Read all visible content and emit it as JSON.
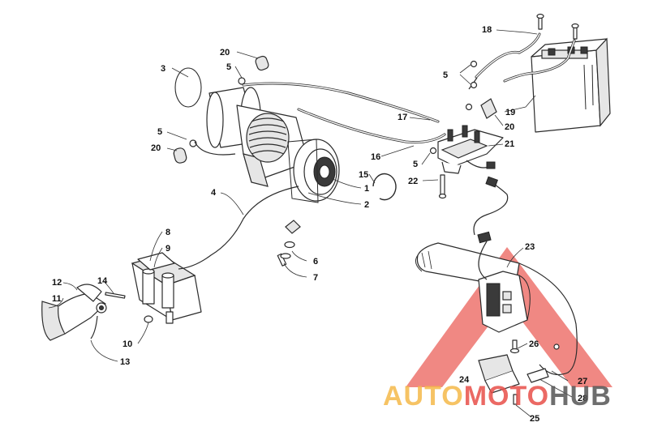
{
  "diagram": {
    "callouts": [
      {
        "id": "c1",
        "label": "1"
      },
      {
        "id": "c2",
        "label": "2"
      },
      {
        "id": "c3",
        "label": "3"
      },
      {
        "id": "c4",
        "label": "4"
      },
      {
        "id": "c5a",
        "label": "5"
      },
      {
        "id": "c5b",
        "label": "5"
      },
      {
        "id": "c5c",
        "label": "5"
      },
      {
        "id": "c5d",
        "label": "5"
      },
      {
        "id": "c6",
        "label": "6"
      },
      {
        "id": "c7",
        "label": "7"
      },
      {
        "id": "c8",
        "label": "8"
      },
      {
        "id": "c9",
        "label": "9"
      },
      {
        "id": "c10",
        "label": "10"
      },
      {
        "id": "c11",
        "label": "11"
      },
      {
        "id": "c12",
        "label": "12"
      },
      {
        "id": "c13",
        "label": "13"
      },
      {
        "id": "c14",
        "label": "14"
      },
      {
        "id": "c15",
        "label": "15"
      },
      {
        "id": "c16",
        "label": "16"
      },
      {
        "id": "c17",
        "label": "17"
      },
      {
        "id": "c18",
        "label": "18"
      },
      {
        "id": "c19",
        "label": "19"
      },
      {
        "id": "c20a",
        "label": "20"
      },
      {
        "id": "c20b",
        "label": "20"
      },
      {
        "id": "c20c",
        "label": "20"
      },
      {
        "id": "c21",
        "label": "21"
      },
      {
        "id": "c22",
        "label": "22"
      },
      {
        "id": "c23",
        "label": "23"
      },
      {
        "id": "c24",
        "label": "24"
      },
      {
        "id": "c25",
        "label": "25"
      },
      {
        "id": "c26",
        "label": "26"
      },
      {
        "id": "c27",
        "label": "27"
      },
      {
        "id": "c28",
        "label": "28"
      }
    ]
  },
  "watermark": {
    "part1": "AUTO",
    "part2": "MOTO",
    "part3": "HUB",
    "colors": {
      "orange": "#f5b94a",
      "red": "#e8504a",
      "dark": "#555555"
    }
  }
}
